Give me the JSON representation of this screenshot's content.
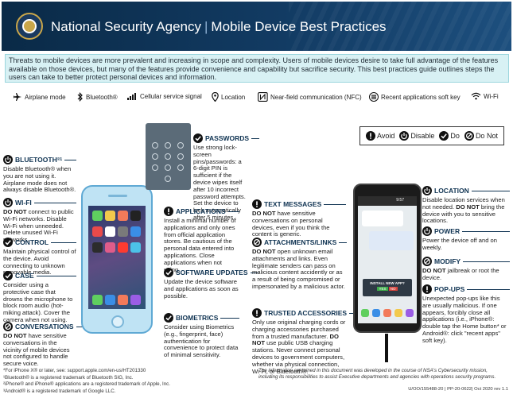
{
  "header": {
    "org": "National Security Agency",
    "title": "Mobile Device Best Practices"
  },
  "intro": "Threats to mobile devices are more prevalent and increasing in scope and complexity. Users of mobile devices desire to take full advantage of the features available on those devices, but many of the features provide convenience and capability but sacrifice security. This best practices guide outlines steps the users can take to better protect personal devices and information.",
  "legend": {
    "airplane": "Airplane mode",
    "bluetooth": "Bluetooth®",
    "cellular": "Cellular service signal",
    "location": "Location",
    "nfc": "Near-field communication (NFC)",
    "recent": "Recent applications soft key",
    "wifi": "Wi-Fi"
  },
  "key": {
    "avoid": "Avoid",
    "disable": "Disable",
    "do": "Do",
    "do_not": "Do Not"
  },
  "sections": {
    "bluetooth": {
      "title": "BLUETOOTH",
      "sup": "®1",
      "body": "Disable Bluetooth® when you are not using it. Airplane mode does not always disable Bluetooth®."
    },
    "wifi": {
      "title": "WI-FI",
      "strong": "DO NOT",
      "body": "connect to public Wi-Fi networks. Disable Wi-Fi when unneeded. Delete unused Wi-Fi networks."
    },
    "control": {
      "title": "CONTROL",
      "body": "Maintain physical control of the device. Avoid connecting to unknown removable media."
    },
    "case": {
      "title": "CASE",
      "body": "Consider using a protective case that drowns the microphone to block room audio (hot-miking attack). Cover the camera when not using."
    },
    "conversations": {
      "title": "CONVERSATIONS",
      "strong": "DO NOT",
      "body": "have sensitive conversations in the vicinity of mobile devices not configured to handle secure voice."
    },
    "passwords": {
      "title": "PASSWORDS",
      "body": "Use strong lock-screen pins/passwords: a 6-digit PIN is sufficient if the device wipes itself after 10 incorrect password attempts. Set the device to lock automatically after 5 minutes."
    },
    "applications": {
      "title": "APPLICATIONS",
      "body": "Install a minimal number of applications and only ones from official application stores. Be cautious of the personal data entered into applications. Close applications when not using."
    },
    "software": {
      "title": "SOFTWARE UPDATES",
      "body": "Update the device software and applications as soon as possible."
    },
    "biometrics": {
      "title": "BIOMETRICS",
      "body": "Consider using Biometrics (e.g., fingerprint, face) authentication for convenience to protect data of minimal sensitivity."
    },
    "text": {
      "title": "TEXT MESSAGES",
      "strong": "DO NOT",
      "body": "have sensitive conversations on personal devices, even if you think the content is generic."
    },
    "attachments": {
      "title": "ATTACHMENTS/LINKS",
      "strong": "DO NOT",
      "body": "open unknown email attachments and links. Even legitimate senders can pass on malicious content accidently or as a result of being compromised or impersonated by a malicious actor."
    },
    "accessories": {
      "title": "TRUSTED ACCESSORIES",
      "body1": "Only use original charging cords or charging accessories purchased from a trusted manufacturer.",
      "strong": "DO NOT",
      "body2": "use public USB charging stations. Never connect personal devices to government computers, whether via physical connection, Wi-Fi, or Bluetooth®."
    },
    "location": {
      "title": "LOCATION",
      "body1": "Disable location services when not needed.",
      "strong": "DO NOT",
      "body2": "bring the device with you to sensitive locations."
    },
    "power": {
      "title": "POWER",
      "body": "Power the device off and on weekly."
    },
    "modify": {
      "title": "MODIFY",
      "strong": "DO NOT",
      "body": "jailbreak or root the device."
    },
    "popups": {
      "title": "POP-UPS",
      "body": "Unexpected pop-ups like this are usually malicious. If one appears, forcibly close all applications (i.e., iPhone®: double tap the Home button* or Android®: click \"recent apps\" soft key)."
    }
  },
  "phone": {
    "popup_title": "INSTALL NEW APP?",
    "popup_yes": "YES",
    "popup_no": "NO",
    "status_time": "9:57"
  },
  "footer": {
    "note": "*For iPhone X® or later, see: support.apple.com/en-us/HT201330",
    "fn1": "¹Bluetooth® is a registered trademark of Bluetooth SIG, Inc.",
    "fn2": "²iPhone® and iPhone® applications are a registered trademark of Apple, Inc.",
    "fn3": "³Android® is a registered trademark of Google LLC.",
    "disclaimer": "The information contained in this document was developed in the course of NSA's Cybersecurity mission, including its responsibilities to assist Executive departments and agencies with operations security programs.",
    "code": "U/OO/155488-20 | PP-20-0622| Oct 2020 rev 1.1"
  }
}
